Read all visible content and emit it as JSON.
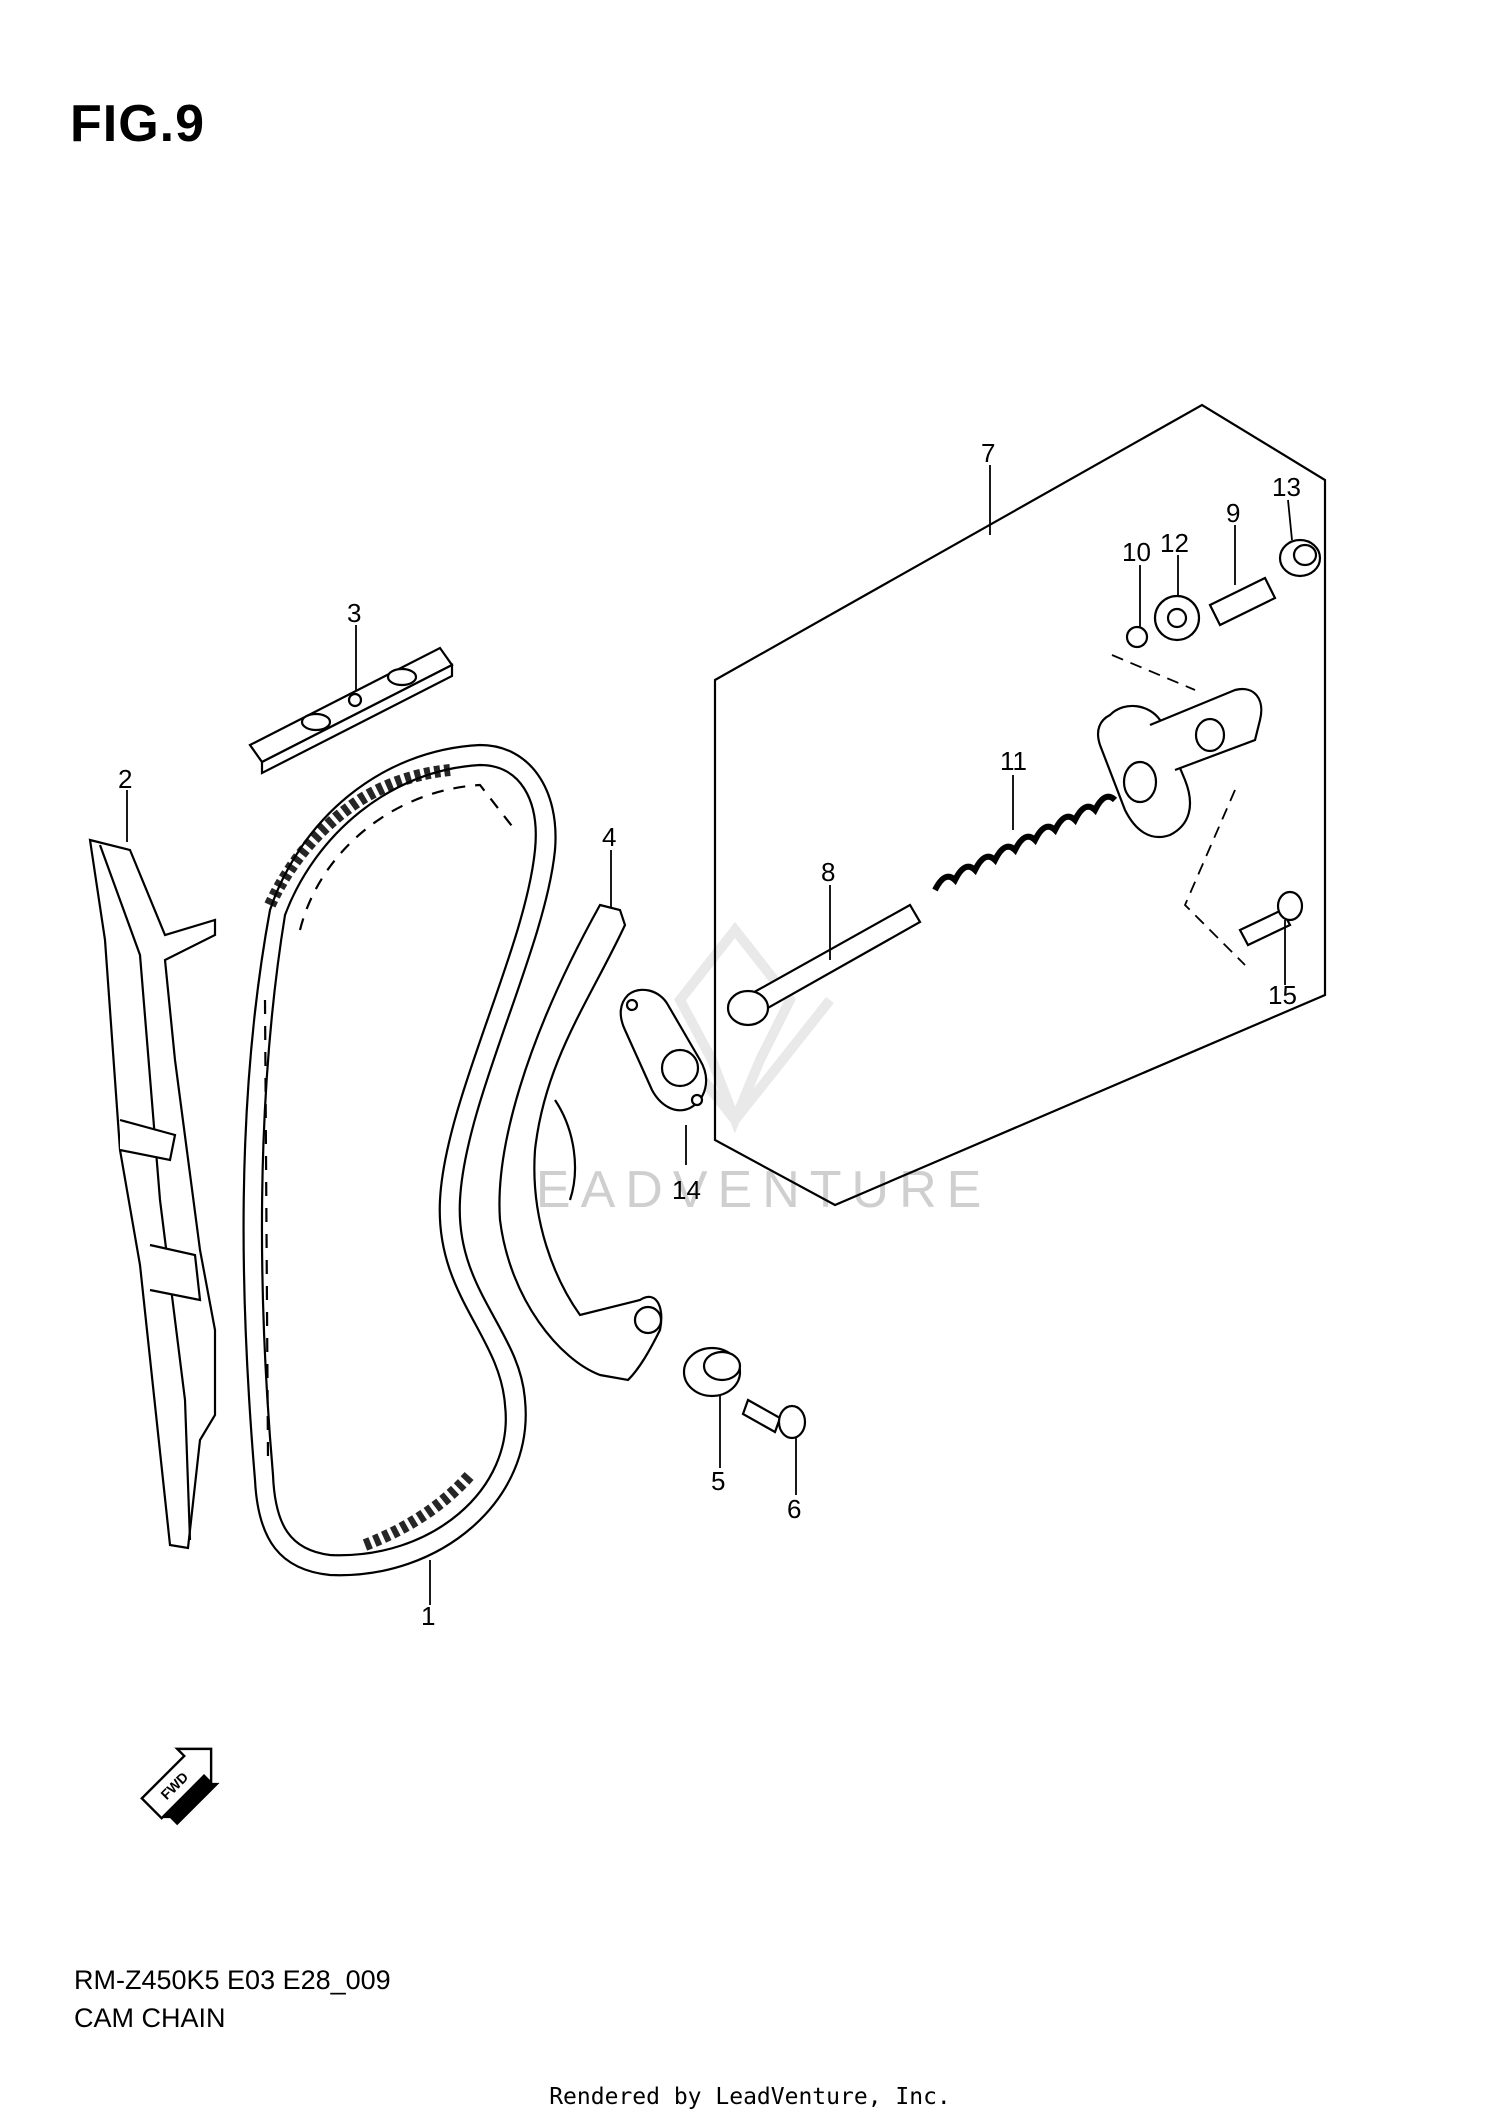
{
  "figure": {
    "title": "FIG.9",
    "model_code": "RM-Z450K5 E03 E28_009",
    "section_name": "CAM CHAIN"
  },
  "callouts": [
    "1",
    "2",
    "3",
    "4",
    "5",
    "6",
    "7",
    "8",
    "9",
    "10",
    "11",
    "12",
    "13",
    "14",
    "15"
  ],
  "direction_badge": "FWD",
  "watermark": "LEADVENTURE",
  "footer": "Rendered by LeadVenture, Inc.",
  "colors": {
    "line": "#000000",
    "background": "#ffffff",
    "watermark": "#cfcfcf"
  }
}
